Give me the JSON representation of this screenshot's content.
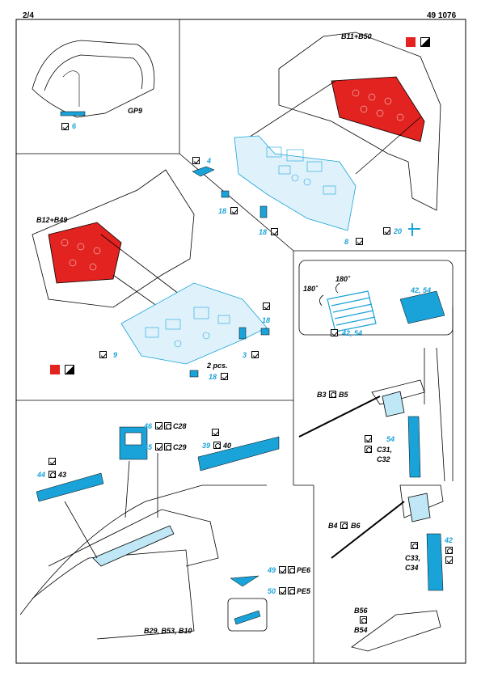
{
  "header": {
    "page": "2/4",
    "code": "49 1076"
  },
  "labels": {
    "gp9": "GP9",
    "b11_b50": "B11+B50",
    "b12_b49": "B12+B49",
    "two_pcs": "2 pcs.",
    "b3": "B3",
    "b5": "B5",
    "b4": "B4",
    "b6": "B6",
    "b56": "B56",
    "b54": "B54",
    "c31": "C31,",
    "c32": "C32",
    "c33": "C33,",
    "c34": "C34",
    "c28": "C28",
    "c29": "C29",
    "pe6": "PE6",
    "pe5": "PE5",
    "b29": "B29, B53, B10",
    "deg1": "180˚",
    "deg2": "180˚"
  },
  "parts": {
    "p6": "6",
    "p4": "4",
    "p18a": "18",
    "p18b": "18",
    "p8": "8",
    "p20": "20",
    "p18c": "18",
    "p3": "3",
    "p9": "9",
    "p18d": "18",
    "p42_54a": "42, 54",
    "p42_54b": "42, 54",
    "p54": "54",
    "p42": "42",
    "p46": "46",
    "p45": "45",
    "p39": "39",
    "p40": "40",
    "p44": "44",
    "p43": "43",
    "p49": "49",
    "p50": "50"
  },
  "colors": {
    "accent": "#1aa3d8",
    "red": "#e22320"
  },
  "icons": [
    "glue-icon",
    "paint-icon",
    "red-color-swatch",
    "half-tone-swatch"
  ]
}
